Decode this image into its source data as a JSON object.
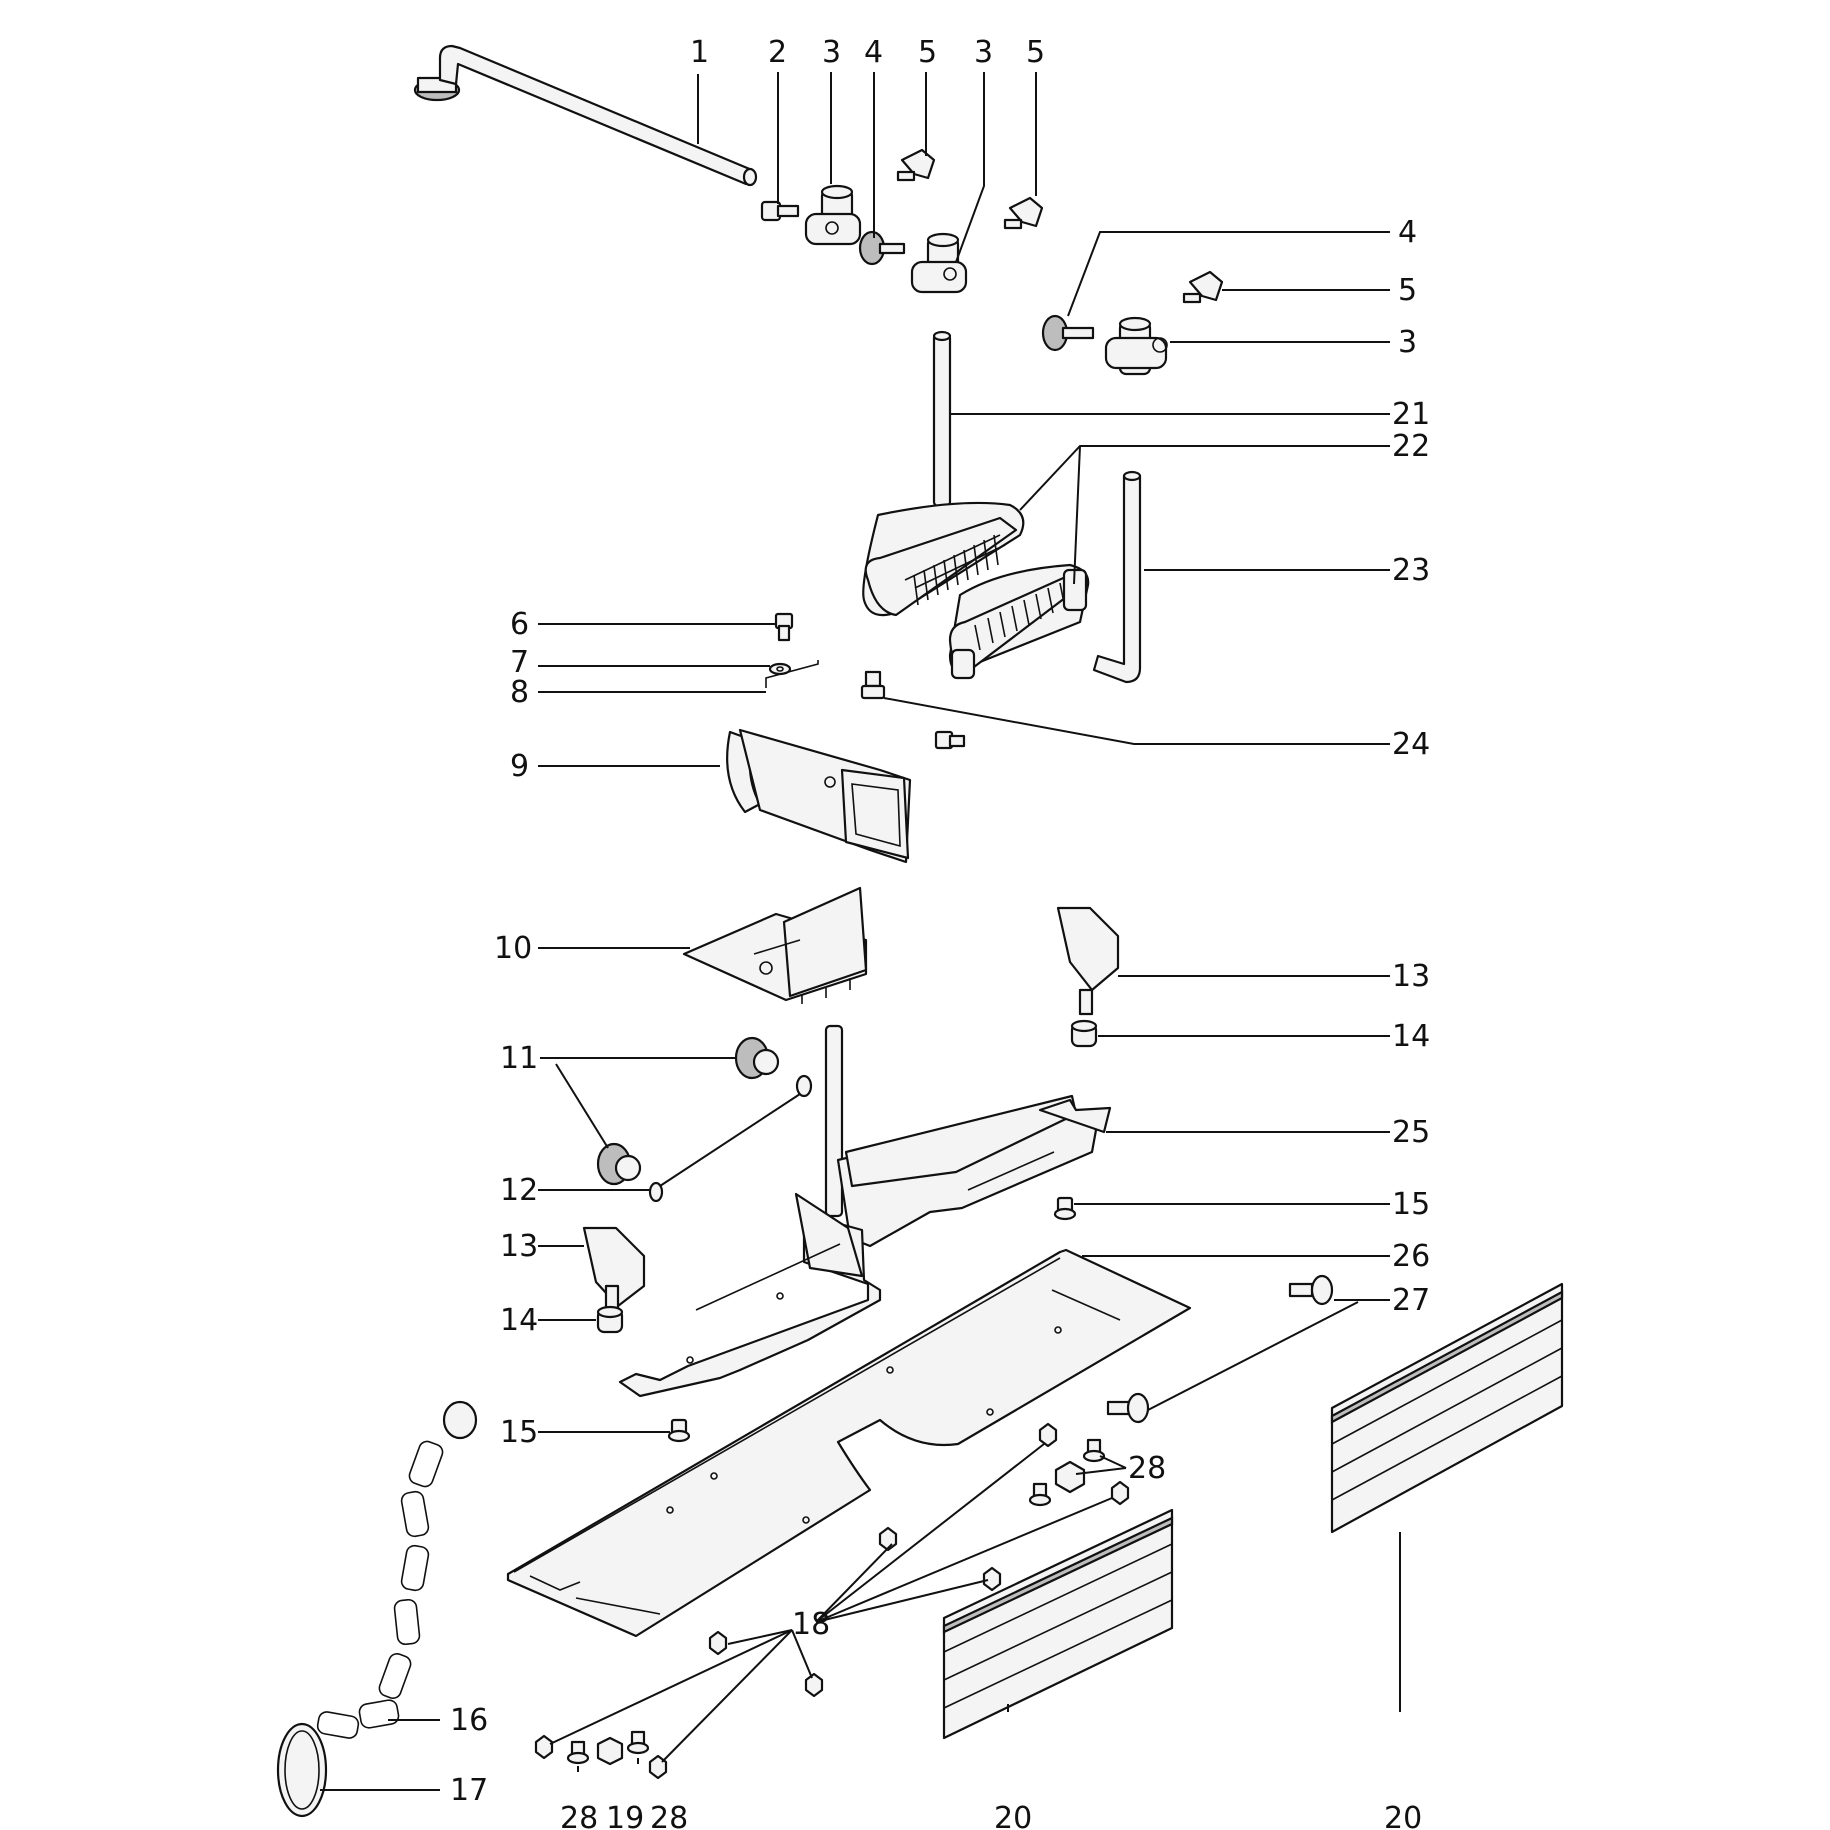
{
  "colors": {
    "line": "#111111",
    "background": "#ffffff",
    "fill": "#f4f4f4",
    "dark": "#bdbdbd"
  },
  "labels": {
    "l1": "1",
    "l2": "2",
    "l3a": "3",
    "l4a": "4",
    "l5a": "5",
    "l3b": "3",
    "l5b": "5",
    "l4b": "4",
    "l5c": "5",
    "l3c": "3",
    "l21": "21",
    "l22": "22",
    "l23": "23",
    "l6": "6",
    "l7": "7",
    "l8": "8",
    "l24": "24",
    "l9": "9",
    "l10": "10",
    "l13a": "13",
    "l14a": "14",
    "l11": "11",
    "l25": "25",
    "l12": "12",
    "l15a": "15",
    "l13b": "13",
    "l26": "26",
    "l14b": "14",
    "l27": "27",
    "l15b": "15",
    "l28a": "28",
    "l18": "18",
    "l16": "16",
    "l17": "17",
    "l28b": "28",
    "l19": "19",
    "l28c": "28",
    "l20a": "20",
    "l20b": "20"
  }
}
